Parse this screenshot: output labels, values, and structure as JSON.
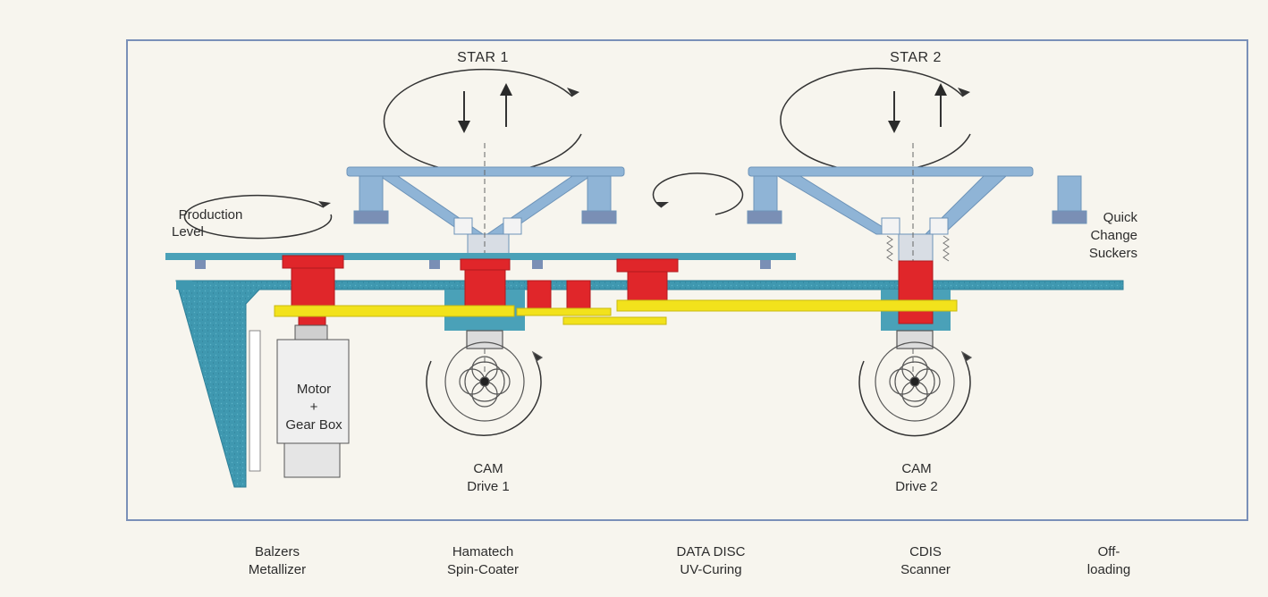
{
  "diagram": {
    "stars": [
      {
        "label": "STAR 1"
      },
      {
        "label": "STAR 2"
      }
    ],
    "callouts": {
      "production_level": [
        "Production",
        "Level"
      ],
      "quick_change_suckers": [
        "Quick",
        "Change",
        "Suckers"
      ],
      "motor_gearbox": [
        "Motor",
        "+",
        "Gear Box"
      ],
      "cam_drive_1": [
        "CAM",
        "Drive 1"
      ],
      "cam_drive_2": [
        "CAM",
        "Drive 2"
      ]
    },
    "stations": [
      {
        "line1": "Balzers",
        "line2": "Metallizer"
      },
      {
        "line1": "Hamatech",
        "line2": "Spin-Coater"
      },
      {
        "line1": "DATA DISC",
        "line2": "UV-Curing"
      },
      {
        "line1": "CDIS",
        "line2": "Scanner"
      },
      {
        "line1": "Off-",
        "line2": "loading"
      }
    ]
  },
  "colors": {
    "steel_blue": "#8fb4d6",
    "teal": "#3f98b0",
    "red": "#e0262a",
    "yellow": "#f2e21c",
    "frame": "#7a90b8",
    "background": "#f7f5ee"
  }
}
